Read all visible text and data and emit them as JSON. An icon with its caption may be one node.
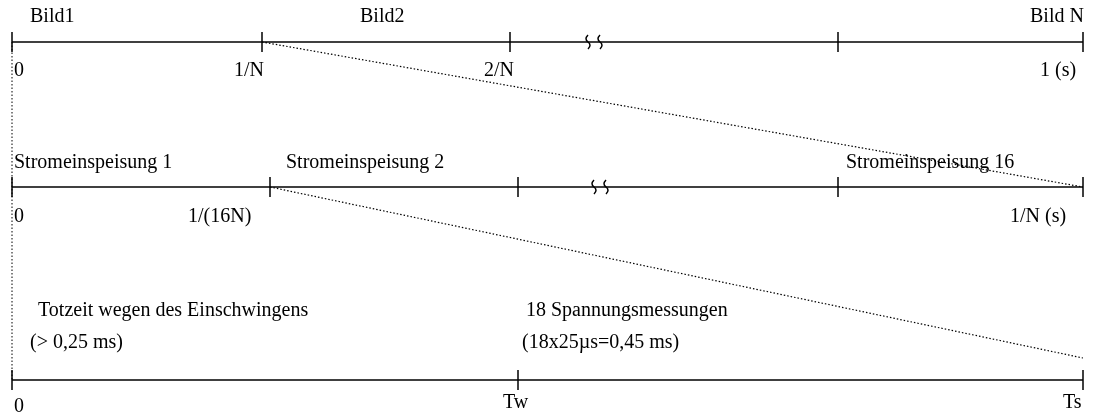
{
  "diagram": {
    "labels": [
      "Bild1",
      "Bild2",
      "Bild N",
      "0",
      "1/N",
      "2/N",
      "1 (s)",
      "Stromeinspeisung 1",
      "Stromeinspeisung 2",
      "Stromeinspeisung 16",
      "0",
      "1/(16N)",
      "1/N (s)",
      "Totzeit wegen des Einschwingens",
      "(> 0,25 ms)",
      "18 Spannungsmessungen",
      "(18x25µs=0,45 ms)",
      "0",
      "Tw",
      "Ts"
    ]
  }
}
